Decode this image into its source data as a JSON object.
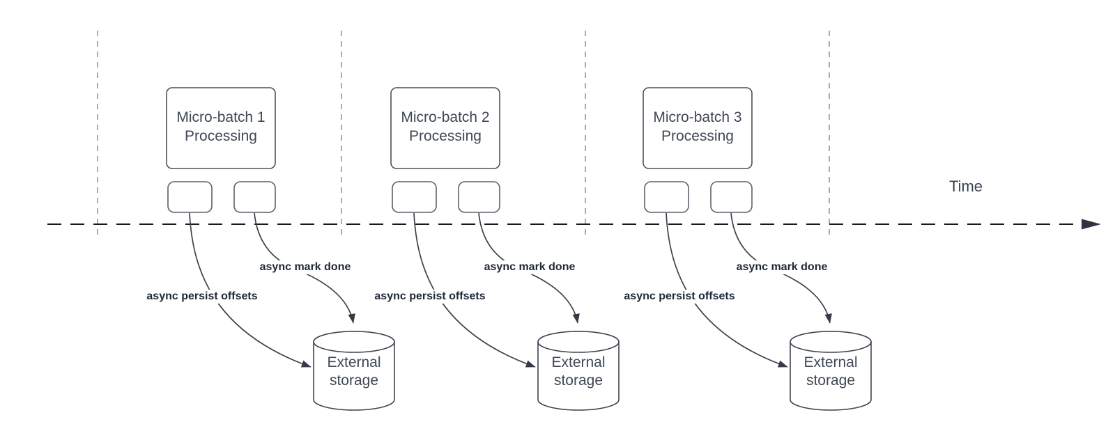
{
  "colors": {
    "canvas_bg": "#ffffff",
    "shape_stroke": "#4a515c",
    "connector_stroke": "#3b424d",
    "guide_line": "#a9adb3",
    "axis_line": "#17191d",
    "title_text": "#3f4854",
    "annotation_text": "#20293a"
  },
  "time_axis": {
    "label": "Time"
  },
  "batches": [
    {
      "title": "Micro-batch 1\nProcessing",
      "persist_annotation": "async persist offsets",
      "done_annotation": "async mark done",
      "storage": {
        "label": "External\nstorage"
      }
    },
    {
      "title": "Micro-batch 2\nProcessing",
      "persist_annotation": "async persist offsets",
      "done_annotation": "async mark done",
      "storage": {
        "label": "External\nstorage"
      }
    },
    {
      "title": "Micro-batch 3\nProcessing",
      "persist_annotation": "async persist offsets",
      "done_annotation": "async mark done",
      "storage": {
        "label": "External\nstorage"
      }
    }
  ]
}
